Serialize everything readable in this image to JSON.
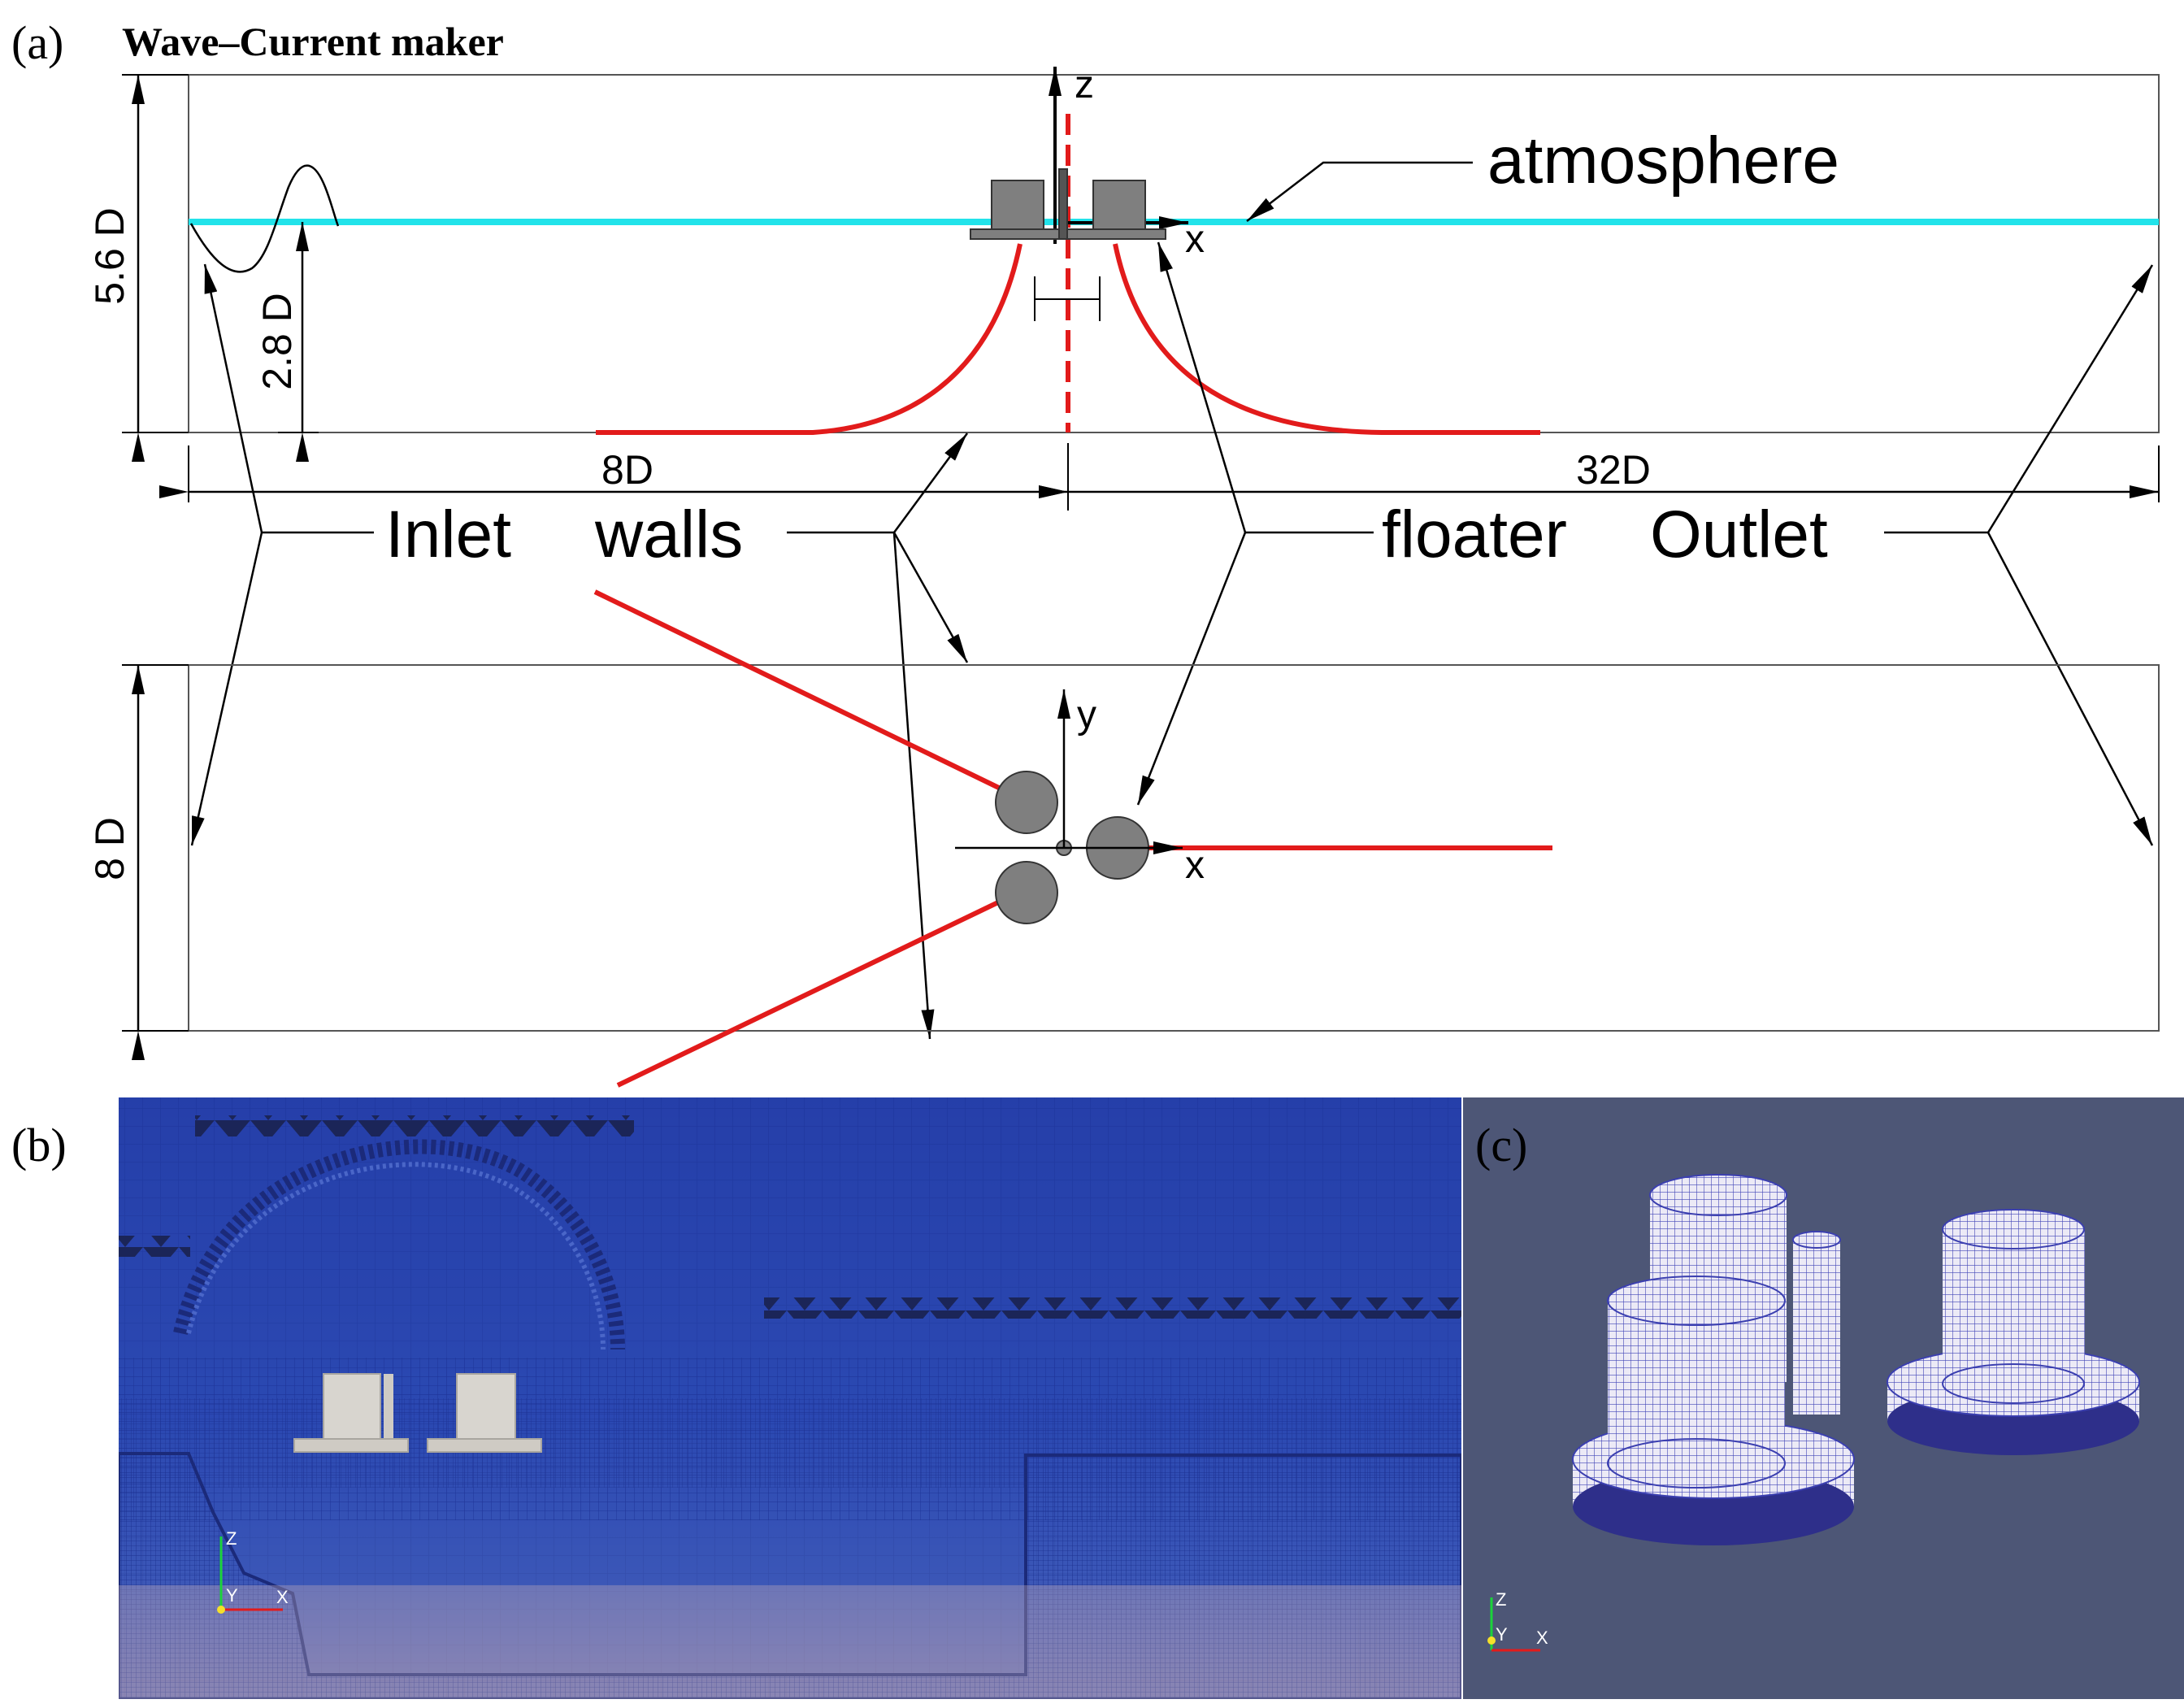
{
  "panel_a": {
    "panel_label": "(a)",
    "title": "Wave–Current maker",
    "height_label": "5.6 D",
    "depth_label": "2.8 D",
    "upstream_length": "8D",
    "downstream_length": "32D",
    "width_label": "8 D",
    "atmosphere_label": "atmosphere",
    "boundary_labels": {
      "inlet": "Inlet",
      "walls": "walls",
      "floater": "floater",
      "outlet": "Outlet"
    },
    "axis_labels": {
      "z": "z",
      "x_side": "x",
      "y": "y",
      "x_top": "x"
    }
  },
  "panel_b": {
    "panel_label": "(b)",
    "triad": {
      "z": "Z",
      "y": "Y",
      "x": "X"
    }
  },
  "panel_c": {
    "panel_label": "(c)",
    "triad": {
      "z": "Z",
      "y": "Y",
      "x": "X"
    }
  },
  "colors": {
    "free_surface": "#22e3ea",
    "guide_lines": "#e21b1b",
    "floater_fill": "#7f7f7f",
    "mesh_background": "#2440a8",
    "panel_c_background": "#4d5676",
    "mesh_surface": "#eceaf6",
    "mesh_lines": "#3b3fb0"
  }
}
